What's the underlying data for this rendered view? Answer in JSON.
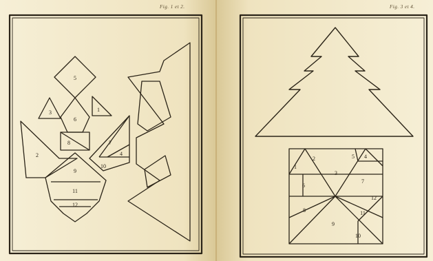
{
  "left_page": {
    "header": "Fig. 1 et 2.",
    "pieces": {
      "top_square": "5",
      "left_small_triangle": "3",
      "right_small_triangle": "1",
      "center_pentagon": "6",
      "center_lower": "8",
      "left_wing": "2",
      "right_wing_upper": "7",
      "right_wing_mid": "4",
      "right_wing_lower": "10",
      "body_upper": "9",
      "body_middle": "11",
      "body_bottom": "12"
    }
  },
  "right_page": {
    "header": "Fig. 3 et 4.",
    "pieces": {
      "p1": "1",
      "p2": "2",
      "p3": "3",
      "p4": "4",
      "p5": "5",
      "p6": "6",
      "p7": "7",
      "p8": "8",
      "p9": "9",
      "p10": "10",
      "p11": "11",
      "p12": "12"
    }
  },
  "colors": {
    "paper": "#f6efd6",
    "ink": "#2b2418",
    "gutter": "#d8c89c"
  }
}
